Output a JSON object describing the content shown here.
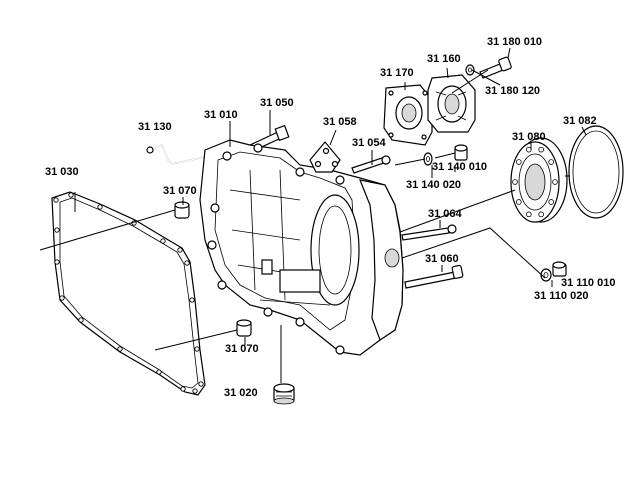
{
  "labels": {
    "p31180010": "31 180 010",
    "p31160": "31 160",
    "p31170": "31 170",
    "p31180120": "31 180  120",
    "p31082": "31 082",
    "p31130": "31 130",
    "p31010": "31 010",
    "p31050": "31 050",
    "p31058": "31 058",
    "p31080": "31 080",
    "p31054": "31 054",
    "p31140010": "31 140 010",
    "p31030": "31 030",
    "p31070a": "31 070",
    "p31140020": "31 140 020",
    "p31064": "31 064",
    "p31060": "31 060",
    "p31110010": "31 110 010",
    "p31110020": "31 110 020",
    "p31070b": "31 070",
    "p31020": "31 020"
  },
  "icons": {
    "gasket": "gasket-icon",
    "housing": "transmission-housing-icon",
    "bearing": "bearing-icon",
    "seal": "seal-ring-icon"
  }
}
